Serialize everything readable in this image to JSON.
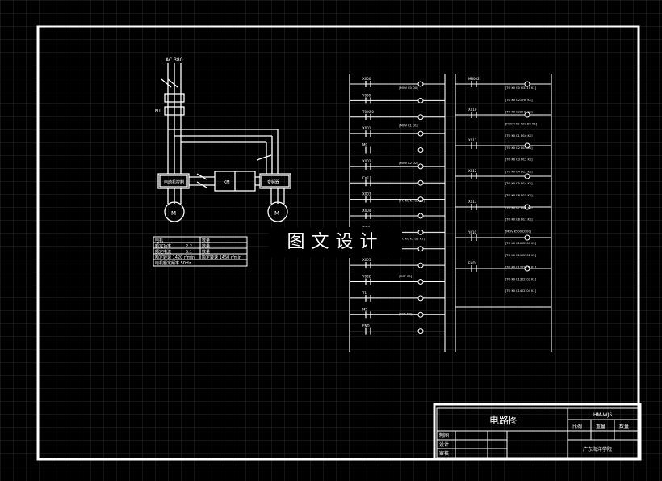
{
  "colors": {
    "background": "#000000",
    "grid": "#3a3a3a",
    "lines": "#ffffff"
  },
  "title_block": {
    "drawing_title": "电路图",
    "drawing_no": "HM-WJS",
    "col_scale": "比例",
    "col_weight": "重量",
    "col_qty": "数量",
    "row_draw": "制图",
    "row_design": "设计",
    "row_check": "审核",
    "school": "广东海洋学院"
  },
  "watermark": "图文设计",
  "power": {
    "label": "AC 380"
  },
  "motors": {
    "m1": "M",
    "m2": "M"
  },
  "devices": {
    "left_drive": "电动机控制",
    "right_drive": "变频器",
    "fuse": "FU",
    "contactor": "KM"
  },
  "table": {
    "rows": [
      [
        "电机",
        "数量"
      ],
      [
        "额定功率",
        "2.2",
        "数量"
      ],
      [
        "额定电流",
        "5.1",
        "数量"
      ],
      [
        "额定转速 1420 r/min",
        "额定转速 1450 r/min"
      ],
      [
        "电机额定频率 50Hz"
      ]
    ]
  },
  "ladder_left": {
    "rung_labels": [
      "X000",
      "Y000",
      "T0 K50",
      "X001",
      "M0",
      "X002",
      "Coil 0",
      "X003",
      "X004",
      "Y001",
      "M1",
      "X005",
      "Y002",
      "T1",
      "M2",
      "END"
    ],
    "instructions": [
      "[MOV K0 D0]",
      "[MOV K1 D1]",
      "[MOV K2 D2]",
      "[TO K0 K1 D0 K1]",
      "[TO K0 K2 D1 K1]",
      "[RST C0]",
      "[SET M0]"
    ]
  },
  "ladder_right": {
    "rung_labels": [
      "M8002",
      "X010",
      "X011",
      "X012",
      "X013",
      "Y010",
      "END"
    ],
    "instructions": [
      "[TO K0 K0 H3311 K1]",
      "[TO K0 K21 H0 K1]",
      "[TO K0 K22 H0 K1]",
      "[FROM K0 K29 D0 K1]",
      "[TO K0 K1 D10 K1]",
      "[TO K0 K2 D11 K1]",
      "[TO K0 K3 D12 K1]",
      "[TO K0 K4 D13 K1]",
      "[TO K0 K5 D14 K1]",
      "[TO K0 K6 D15 K1]",
      "[TO K0 K7 D16 K1]",
      "[TO K0 K8 D17 K1]",
      "[MOV K500 D100]",
      "[TO K0 K10 D100 K1]",
      "[TO K0 K11 D101 K1]",
      "[TO K0 K12 D102 K1]",
      "[TO K0 K13 D103 K1]",
      "[TO K0 K14 D104 K1]"
    ]
  }
}
